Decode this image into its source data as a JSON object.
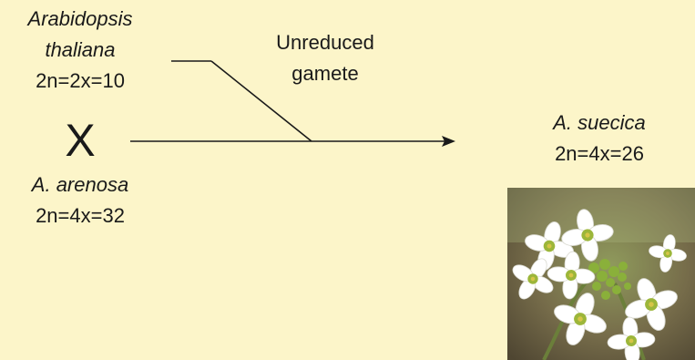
{
  "parent1": {
    "genus_line": "Arabidopsis",
    "species_line": "thaliana",
    "ploidy": "2n=2x=10"
  },
  "cross_symbol": "X",
  "parent2": {
    "name": "A. arenosa",
    "ploidy": "2n=4x=32"
  },
  "gamete_label": {
    "line1": "Unreduced",
    "line2": "gamete"
  },
  "hybrid": {
    "name": "A. suecica",
    "ploidy": "2n=4x=26"
  },
  "colors": {
    "background": "#fcf5c9",
    "text": "#1a1a1a",
    "line": "#1a1a1a",
    "flower_petal": "#ffffff",
    "flower_center": "#9cb63a"
  },
  "icons": {
    "photo": "flower-photo"
  }
}
